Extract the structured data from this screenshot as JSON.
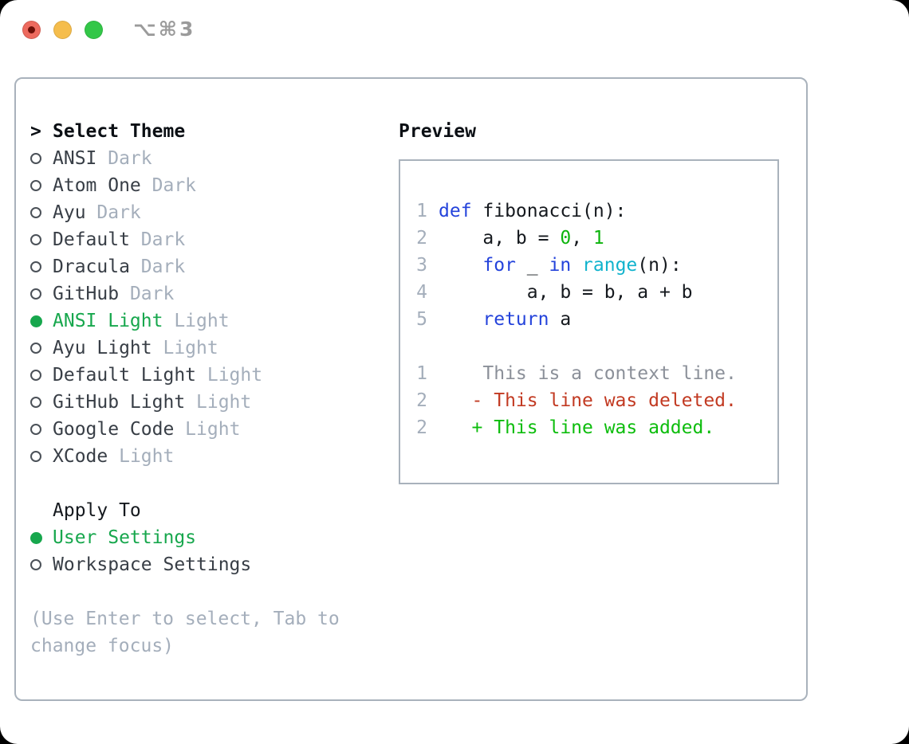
{
  "titlebar": {
    "title": "⌥⌘3"
  },
  "colors": {
    "selection_green": "#17a74d",
    "keyword_blue": "#2443db",
    "builtin_cyan": "#11b3cd",
    "number_green": "#0db40d",
    "diff_deleted_red": "#c23a22",
    "diff_added_green": "#0dbd0d",
    "diff_context_gray": "#8b9099",
    "muted_gray": "#a4aebb",
    "text_dark": "#383e46",
    "heading_black": "#0b0f14",
    "panel_border": "#a9b2bc",
    "traffic_red": "#ed6a5e",
    "traffic_yellow": "#f5bd4c",
    "traffic_green": "#33c748",
    "title_gray": "#9b9b9b"
  },
  "theme_list": {
    "prompt": ">",
    "header": "Select Theme",
    "items": [
      {
        "name": "ANSI",
        "tag": "Dark",
        "selected": false
      },
      {
        "name": "Atom One",
        "tag": "Dark",
        "selected": false
      },
      {
        "name": "Ayu",
        "tag": "Dark",
        "selected": false
      },
      {
        "name": "Default",
        "tag": "Dark",
        "selected": false
      },
      {
        "name": "Dracula",
        "tag": "Dark",
        "selected": false
      },
      {
        "name": "GitHub",
        "tag": "Dark",
        "selected": false
      },
      {
        "name": "ANSI Light",
        "tag": "Light",
        "selected": true
      },
      {
        "name": "Ayu Light",
        "tag": "Light",
        "selected": false
      },
      {
        "name": "Default Light",
        "tag": "Light",
        "selected": false
      },
      {
        "name": "GitHub Light",
        "tag": "Light",
        "selected": false
      },
      {
        "name": "Google Code",
        "tag": "Light",
        "selected": false
      },
      {
        "name": "XCode",
        "tag": "Light",
        "selected": false
      }
    ]
  },
  "apply_to": {
    "header": "Apply To",
    "options": [
      {
        "label": "User Settings",
        "selected": true
      },
      {
        "label": "Workspace Settings",
        "selected": false
      }
    ]
  },
  "help_text": "(Use Enter to select, Tab to change focus)",
  "preview": {
    "header": "Preview",
    "lines": [
      {
        "num": "1",
        "segments": [
          [
            "kw",
            "def"
          ],
          [
            "plain",
            " fibonacci(n):"
          ]
        ]
      },
      {
        "num": "2",
        "segments": [
          [
            "plain",
            "    a, b = "
          ],
          [
            "num",
            "0"
          ],
          [
            "plain",
            ", "
          ],
          [
            "num",
            "1"
          ]
        ]
      },
      {
        "num": "3",
        "segments": [
          [
            "plain",
            "    "
          ],
          [
            "kw",
            "for"
          ],
          [
            "plain",
            " _ "
          ],
          [
            "kw",
            "in"
          ],
          [
            "plain",
            " "
          ],
          [
            "builtin",
            "range"
          ],
          [
            "plain",
            "(n):"
          ]
        ]
      },
      {
        "num": "4",
        "segments": [
          [
            "plain",
            "        a, b = b, a + b"
          ]
        ]
      },
      {
        "num": "5",
        "segments": [
          [
            "plain",
            "    "
          ],
          [
            "kw",
            "return"
          ],
          [
            "plain",
            " a"
          ]
        ]
      },
      {
        "num": "",
        "segments": []
      },
      {
        "num": "1",
        "segments": [
          [
            "ctx",
            "    This is a context line."
          ]
        ]
      },
      {
        "num": "2",
        "segments": [
          [
            "del",
            "   - This line was deleted."
          ]
        ]
      },
      {
        "num": "2",
        "segments": [
          [
            "add",
            "   + This line was added."
          ]
        ]
      }
    ]
  }
}
